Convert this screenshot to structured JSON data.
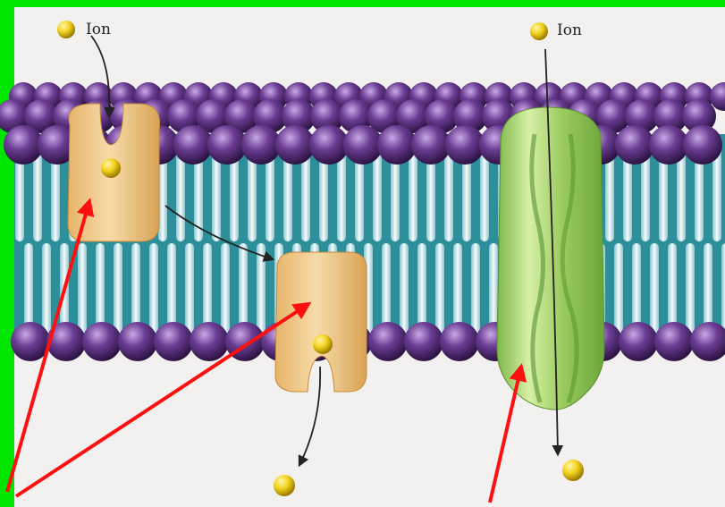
{
  "labels": {
    "ion_left": "Ion",
    "ion_right": "Ion"
  },
  "colors": {
    "border": "#00e600",
    "page": "#f2f1ef",
    "head_purple": "#5a2e7e",
    "tail": "#d9eef2",
    "core": "#2d8f99",
    "carrier": "#f0c98a",
    "channel": "#a8d46a",
    "ion": "#f2d21c",
    "pointer_arrow": "#ff1010"
  },
  "icons": [
    "ion-particle",
    "carrier-protein",
    "channel-protein",
    "pointer-arrow"
  ]
}
